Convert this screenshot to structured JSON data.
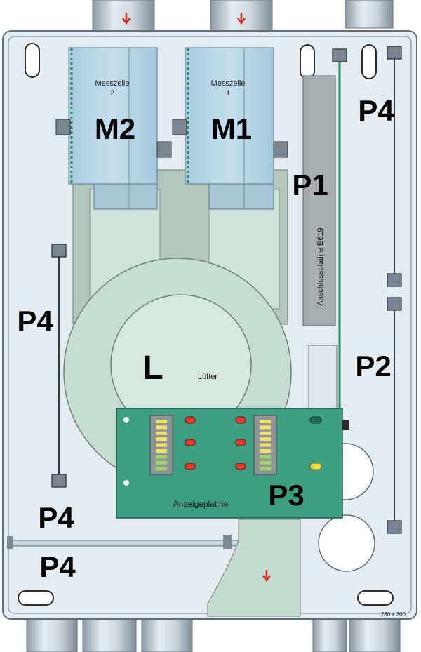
{
  "labels": {
    "m2": "M2",
    "m1": "M1",
    "p1": "P1",
    "p2": "P2",
    "p3": "P3",
    "p4_right": "P4",
    "p4_left": "P4",
    "p4_lower": "P4",
    "p4_bottom": "P4",
    "l": "L"
  },
  "texts": {
    "messzelle2_line1": "Messzelle",
    "messzelle2_line2": "2",
    "messzelle1_line1": "Messzelle",
    "messzelle1_line2": "1",
    "anschlussplatine": "Anschlussplatine E619",
    "luefter": "Lüfter",
    "anzeigeplatine": "Anzeigeplatine",
    "scale_note": "280 x 200"
  },
  "colors": {
    "housing": "#e4ebf1",
    "housing_edge": "#5f6f7c",
    "measure_cell": "#b9d7ea",
    "fan": "#c6ddd2",
    "board": "#3e9e82",
    "arrow": "#cc2a1e"
  }
}
